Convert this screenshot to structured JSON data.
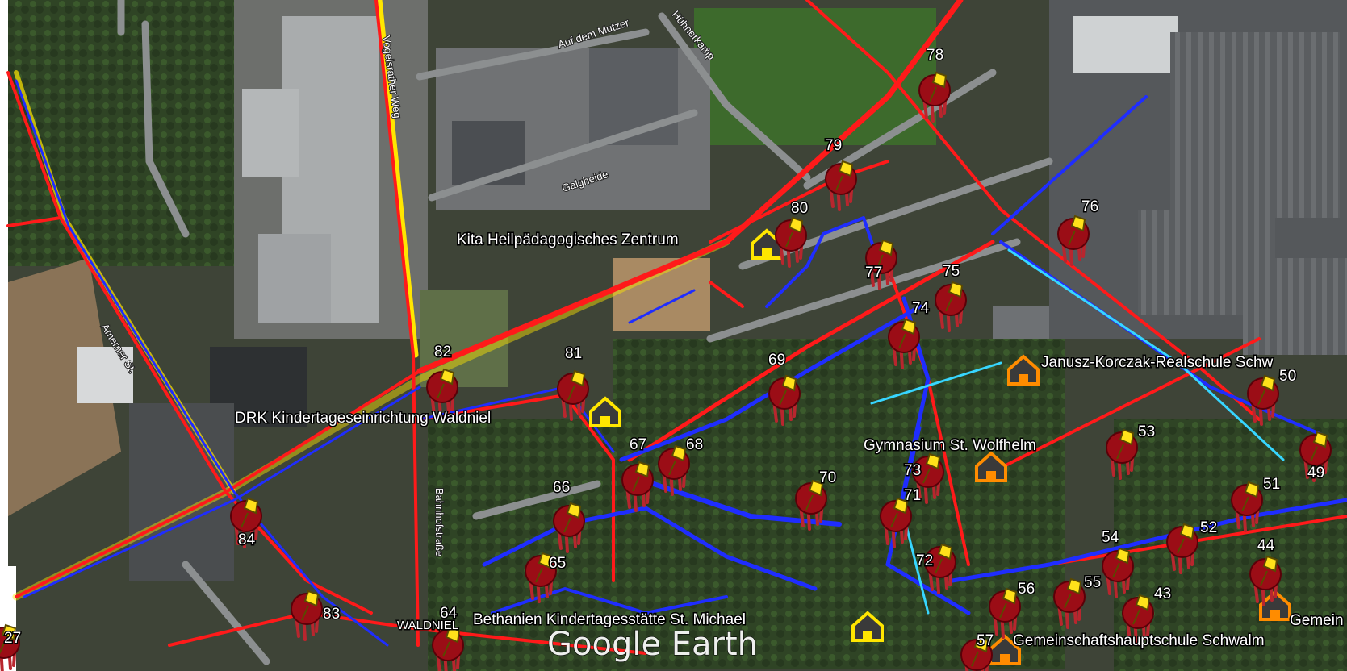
{
  "watermark": "Google Earth",
  "colors": {
    "red_route": "#ff1a1a",
    "blue_route": "#1f2dff",
    "cyan_route": "#37d6ff",
    "yellow_route": "#ffe600",
    "marker": "#9b0d16",
    "pin": "#ffe11a",
    "poi_yellow": "#ffe600",
    "poi_orange": "#ff8c00"
  },
  "streets": [
    "Auf dem Mutzer",
    "Hühnerkamp",
    "Vogelsrather Weg",
    "Galgheide",
    "Amerner St.",
    "Bahnhofstraße"
  ],
  "place_label": "WALDNIEL",
  "pois": [
    {
      "name": "Kita Heilpädagogisches Zentrum",
      "icon": "poi-yellow-house"
    },
    {
      "name": "DRK Kindertageseinrichtung Waldniel",
      "icon": "poi-yellow-house"
    },
    {
      "name": "Janusz-Korczak-Realschule Schw",
      "icon": "poi-orange-house"
    },
    {
      "name": "Gymnasium St. Wolfhelm",
      "icon": "poi-orange-house"
    },
    {
      "name": "Bethanien Kindertagesstätte St. Michael",
      "icon": "poi-yellow-house"
    },
    {
      "name": "Gemeinschaftshauptschule Schwalm",
      "icon": "poi-orange-house"
    },
    {
      "name": "Gemein",
      "icon": "poi-orange-house"
    }
  ],
  "markers": [
    "78",
    "79",
    "80",
    "76",
    "77",
    "75",
    "74",
    "82",
    "81",
    "69",
    "50",
    "67",
    "68",
    "53",
    "73",
    "49",
    "70",
    "66",
    "71",
    "51",
    "84",
    "65",
    "52",
    "54",
    "72",
    "44",
    "83",
    "64",
    "56",
    "55",
    "43",
    "27",
    "57"
  ]
}
